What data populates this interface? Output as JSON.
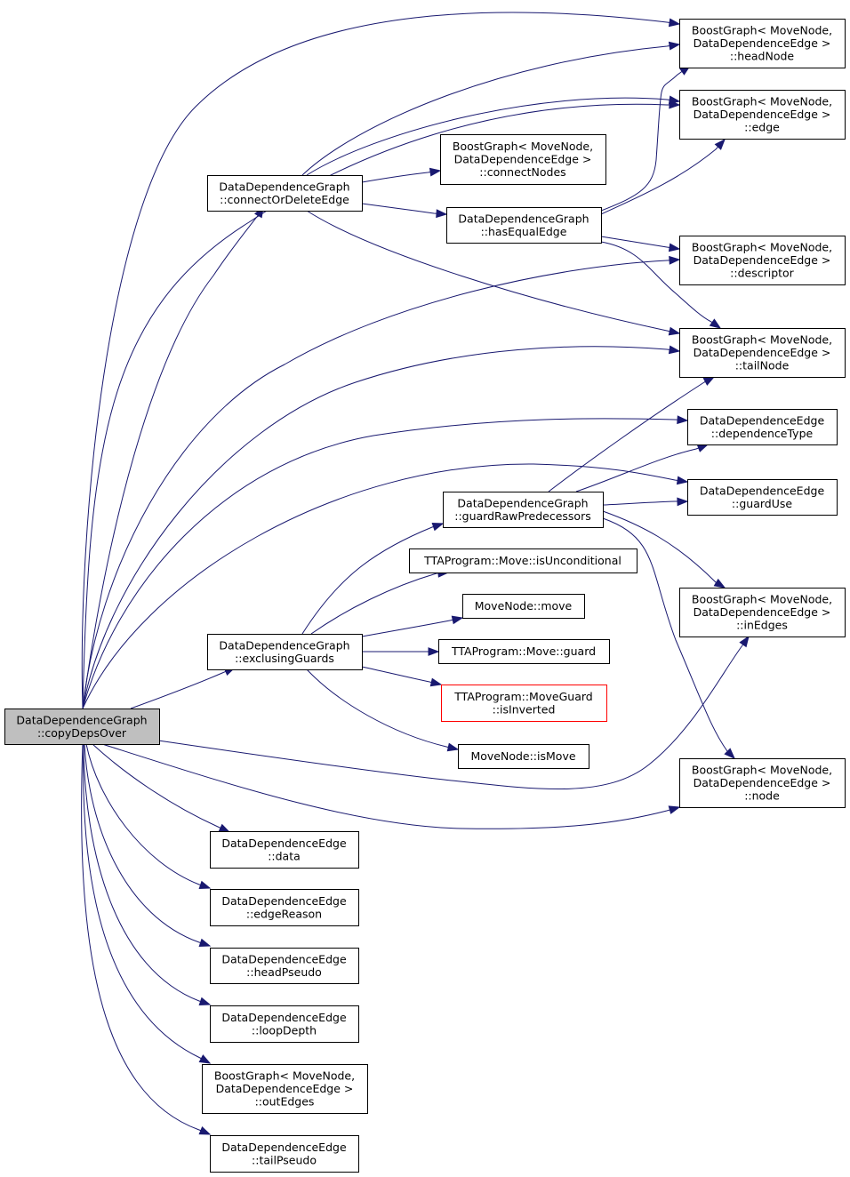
{
  "nodes": [
    {
      "id": "copyDepsOver",
      "lines": [
        "DataDependenceGraph",
        "::copyDepsOver"
      ],
      "style": "root"
    },
    {
      "id": "connectOrDeleteEdge",
      "lines": [
        "DataDependenceGraph",
        "::connectOrDeleteEdge"
      ]
    },
    {
      "id": "exclusingGuards",
      "lines": [
        "DataDependenceGraph",
        "::exclusingGuards"
      ]
    },
    {
      "id": "headNode",
      "lines": [
        "BoostGraph< MoveNode,",
        "DataDependenceEdge >",
        "::headNode"
      ]
    },
    {
      "id": "edge",
      "lines": [
        "BoostGraph< MoveNode,",
        "DataDependenceEdge >",
        "::edge"
      ]
    },
    {
      "id": "connectNodes",
      "lines": [
        "BoostGraph< MoveNode,",
        "DataDependenceEdge >",
        "::connectNodes"
      ]
    },
    {
      "id": "hasEqualEdge",
      "lines": [
        "DataDependenceGraph",
        "::hasEqualEdge"
      ]
    },
    {
      "id": "descriptor",
      "lines": [
        "BoostGraph< MoveNode,",
        "DataDependenceEdge >",
        "::descriptor"
      ]
    },
    {
      "id": "tailNode",
      "lines": [
        "BoostGraph< MoveNode,",
        "DataDependenceEdge >",
        "::tailNode"
      ]
    },
    {
      "id": "dependenceType",
      "lines": [
        "DataDependenceEdge",
        "::dependenceType"
      ]
    },
    {
      "id": "guardRawPredecessors",
      "lines": [
        "DataDependenceGraph",
        "::guardRawPredecessors"
      ]
    },
    {
      "id": "guardUse",
      "lines": [
        "DataDependenceEdge",
        "::guardUse"
      ]
    },
    {
      "id": "isUnconditional",
      "lines": [
        "TTAProgram::Move::isUnconditional"
      ]
    },
    {
      "id": "inEdges",
      "lines": [
        "BoostGraph< MoveNode,",
        "DataDependenceEdge >",
        "::inEdges"
      ]
    },
    {
      "id": "moveNodeMove",
      "lines": [
        "MoveNode::move"
      ]
    },
    {
      "id": "moveGuard",
      "lines": [
        "TTAProgram::Move::guard"
      ]
    },
    {
      "id": "isInverted",
      "lines": [
        "TTAProgram::MoveGuard",
        "::isInverted"
      ],
      "style": "red"
    },
    {
      "id": "isMove",
      "lines": [
        "MoveNode::isMove"
      ]
    },
    {
      "id": "node",
      "lines": [
        "BoostGraph< MoveNode,",
        "DataDependenceEdge >",
        "::node"
      ]
    },
    {
      "id": "data",
      "lines": [
        "DataDependenceEdge",
        "::data"
      ]
    },
    {
      "id": "edgeReason",
      "lines": [
        "DataDependenceEdge",
        "::edgeReason"
      ]
    },
    {
      "id": "headPseudo",
      "lines": [
        "DataDependenceEdge",
        "::headPseudo"
      ]
    },
    {
      "id": "loopDepth",
      "lines": [
        "DataDependenceEdge",
        "::loopDepth"
      ]
    },
    {
      "id": "outEdges",
      "lines": [
        "BoostGraph< MoveNode,",
        "DataDependenceEdge >",
        "::outEdges"
      ]
    },
    {
      "id": "tailPseudo",
      "lines": [
        "DataDependenceEdge",
        "::tailPseudo"
      ]
    }
  ],
  "edges": [
    {
      "from": "copyDepsOver",
      "to": "headNode"
    },
    {
      "from": "copyDepsOver",
      "to": "edge"
    },
    {
      "from": "copyDepsOver",
      "to": "connectOrDeleteEdge"
    },
    {
      "from": "copyDepsOver",
      "to": "descriptor"
    },
    {
      "from": "copyDepsOver",
      "to": "tailNode"
    },
    {
      "from": "copyDepsOver",
      "to": "dependenceType"
    },
    {
      "from": "copyDepsOver",
      "to": "guardUse"
    },
    {
      "from": "copyDepsOver",
      "to": "exclusingGuards"
    },
    {
      "from": "copyDepsOver",
      "to": "inEdges"
    },
    {
      "from": "copyDepsOver",
      "to": "node"
    },
    {
      "from": "copyDepsOver",
      "to": "data"
    },
    {
      "from": "copyDepsOver",
      "to": "edgeReason"
    },
    {
      "from": "copyDepsOver",
      "to": "headPseudo"
    },
    {
      "from": "copyDepsOver",
      "to": "loopDepth"
    },
    {
      "from": "copyDepsOver",
      "to": "outEdges"
    },
    {
      "from": "copyDepsOver",
      "to": "tailPseudo"
    },
    {
      "from": "connectOrDeleteEdge",
      "to": "headNode"
    },
    {
      "from": "connectOrDeleteEdge",
      "to": "edge"
    },
    {
      "from": "connectOrDeleteEdge",
      "to": "connectNodes"
    },
    {
      "from": "connectOrDeleteEdge",
      "to": "hasEqualEdge"
    },
    {
      "from": "connectOrDeleteEdge",
      "to": "tailNode"
    },
    {
      "from": "hasEqualEdge",
      "to": "headNode"
    },
    {
      "from": "hasEqualEdge",
      "to": "edge"
    },
    {
      "from": "hasEqualEdge",
      "to": "descriptor"
    },
    {
      "from": "hasEqualEdge",
      "to": "tailNode"
    },
    {
      "from": "guardRawPredecessors",
      "to": "tailNode"
    },
    {
      "from": "guardRawPredecessors",
      "to": "dependenceType"
    },
    {
      "from": "guardRawPredecessors",
      "to": "guardUse"
    },
    {
      "from": "guardRawPredecessors",
      "to": "inEdges"
    },
    {
      "from": "guardRawPredecessors",
      "to": "node"
    },
    {
      "from": "exclusingGuards",
      "to": "guardRawPredecessors"
    },
    {
      "from": "exclusingGuards",
      "to": "isUnconditional"
    },
    {
      "from": "exclusingGuards",
      "to": "moveNodeMove"
    },
    {
      "from": "exclusingGuards",
      "to": "moveGuard"
    },
    {
      "from": "exclusingGuards",
      "to": "isInverted"
    },
    {
      "from": "exclusingGuards",
      "to": "isMove"
    }
  ]
}
